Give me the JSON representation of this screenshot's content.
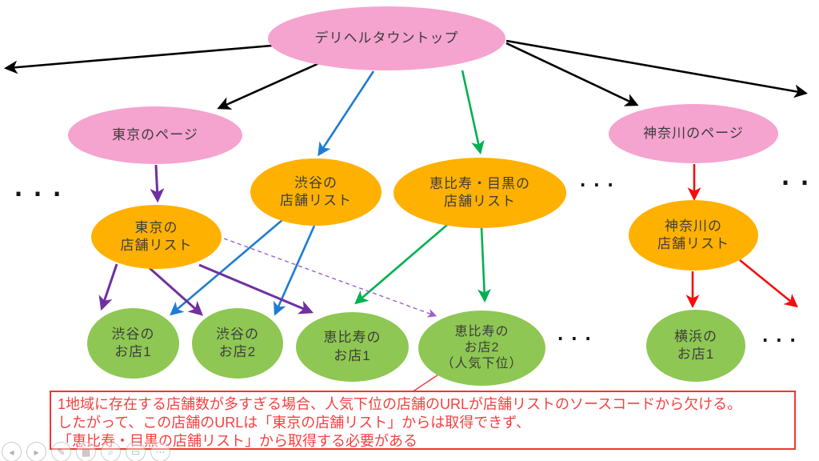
{
  "diagram": {
    "nodes": {
      "top": {
        "label": "デリヘルタウントップ",
        "type": "page"
      },
      "tokyo_page": {
        "label": "東京のページ",
        "type": "page"
      },
      "kanagawa_page": {
        "label": "神奈川のページ",
        "type": "page"
      },
      "shibuya_list": {
        "label": "渋谷の\n店舗リスト",
        "type": "list"
      },
      "ebisu_meguro_list": {
        "label": "恵比寿・目黒の\n店舗リスト",
        "type": "list"
      },
      "tokyo_list": {
        "label": "東京の\n店舗リスト",
        "type": "list"
      },
      "kanagawa_list": {
        "label": "神奈川の\n店舗リスト",
        "type": "list"
      },
      "shibuya_shop1": {
        "label": "渋谷の\nお店1",
        "type": "shop"
      },
      "shibuya_shop2": {
        "label": "渋谷の\nお店2",
        "type": "shop"
      },
      "ebisu_shop1": {
        "label": "恵比寿の\nお店1",
        "type": "shop"
      },
      "ebisu_shop2": {
        "label": "恵比寿の\nお店2\n（人気下位）",
        "type": "shop"
      },
      "yokohama_shop1": {
        "label": "横浜の\nお店1",
        "type": "shop"
      }
    },
    "edges": [
      {
        "from": "top",
        "to": "offscreen-left",
        "color": "black"
      },
      {
        "from": "top",
        "to": "tokyo_page",
        "color": "black"
      },
      {
        "from": "top",
        "to": "kanagawa_page",
        "color": "black"
      },
      {
        "from": "top",
        "to": "offscreen-right",
        "color": "black"
      },
      {
        "from": "top",
        "to": "shibuya_list",
        "color": "blue"
      },
      {
        "from": "top",
        "to": "ebisu_meguro_list",
        "color": "green"
      },
      {
        "from": "tokyo_page",
        "to": "tokyo_list",
        "color": "purple"
      },
      {
        "from": "kanagawa_page",
        "to": "kanagawa_list",
        "color": "red"
      },
      {
        "from": "tokyo_list",
        "to": "shibuya_shop1",
        "color": "purple"
      },
      {
        "from": "tokyo_list",
        "to": "shibuya_shop2",
        "color": "purple"
      },
      {
        "from": "tokyo_list",
        "to": "ebisu_shop1",
        "color": "purple"
      },
      {
        "from": "tokyo_list",
        "to": "ebisu_shop2",
        "color": "purple-dashed"
      },
      {
        "from": "shibuya_list",
        "to": "shibuya_shop1",
        "color": "blue"
      },
      {
        "from": "shibuya_list",
        "to": "shibuya_shop2",
        "color": "blue"
      },
      {
        "from": "ebisu_meguro_list",
        "to": "ebisu_shop1",
        "color": "green"
      },
      {
        "from": "ebisu_meguro_list",
        "to": "ebisu_shop2",
        "color": "green"
      },
      {
        "from": "kanagawa_list",
        "to": "yokohama_shop1",
        "color": "red"
      },
      {
        "from": "kanagawa_list",
        "to": "offscreen-more",
        "color": "red"
      }
    ],
    "ellipsis": "...",
    "annotation": {
      "line1": "1地域に存在する店舗数が多すぎる場合、人気下位の店舗のURLが店舗リストのソースコードから欠ける。",
      "line2": "したがって、この店舗のURLは「東京の店舗リスト」からは取得できず、",
      "line3": "「恵比寿・目黒の店舗リスト」から取得する必要がある"
    },
    "colors": {
      "page_node": "#F5A3CF",
      "list_node": "#FFB101",
      "shop_node": "#8EC753",
      "edge_black": "#000000",
      "edge_blue": "#1E7CD2",
      "edge_green": "#00B050",
      "edge_purple": "#7030A0",
      "edge_purple_dashed": "#9C5FC8",
      "edge_red": "#F50D0D",
      "annotation_red": "#F43434"
    }
  },
  "toolbar": {
    "prev": "◂",
    "next": "▸",
    "pen": "✎",
    "all_slides": "▦",
    "zoom": "⌕",
    "monitor": "▭",
    "more": "⋯"
  }
}
